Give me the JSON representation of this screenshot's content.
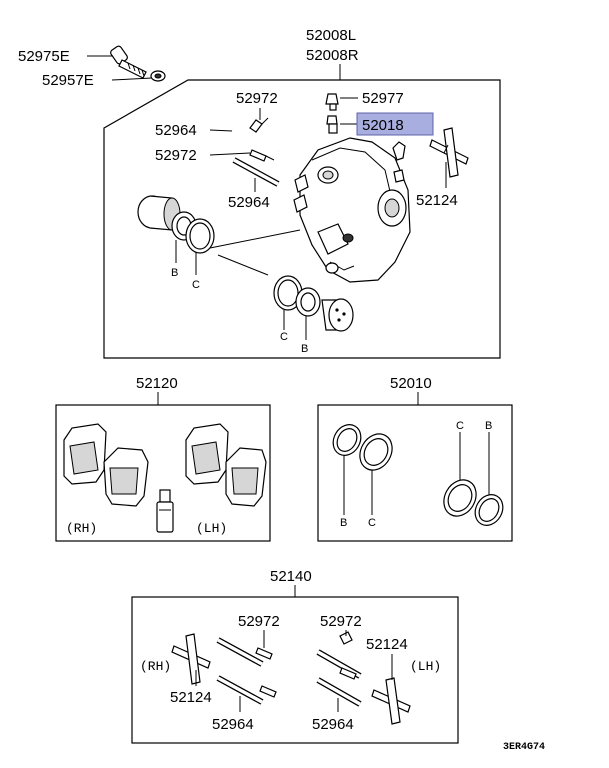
{
  "labels": {
    "p52975E": "52975E",
    "p52957E": "52957E",
    "p52008L": "52008L",
    "p52008R": "52008R",
    "p52972a": "52972",
    "p52977": "52977",
    "p52964a": "52964",
    "p52018": "52018",
    "p52972b": "52972",
    "p52124a": "52124",
    "p52964b": "52964",
    "p52120": "52120",
    "p52010": "52010",
    "p52140": "52140",
    "p52972c": "52972",
    "p52972d": "52972",
    "p52124b": "52124",
    "p52124c": "52124",
    "p52964c": "52964",
    "p52964d": "52964"
  },
  "letters": {
    "b1": "B",
    "c1": "C",
    "c2": "C",
    "b2": "B",
    "b3": "B",
    "c3": "C",
    "c4": "C",
    "b4": "B"
  },
  "sides": {
    "rh1": "(RH)",
    "lh1": "(LH)",
    "rh2": "(RH)",
    "lh2": "(LH)"
  },
  "diagram_code": "3ER4G74",
  "highlight_color": "#a9aee0"
}
